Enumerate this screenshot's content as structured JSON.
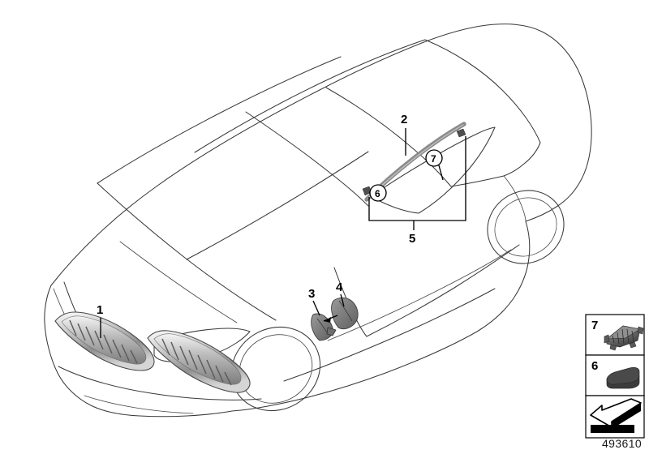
{
  "diagram": {
    "id_number": "493610",
    "title": "Exterior trim / grill parts diagram",
    "vehicle": "BMW coupe three-quarter view"
  },
  "callouts": [
    {
      "key": "1",
      "label": "1",
      "part": "kidney-grille",
      "style": "plain"
    },
    {
      "key": "2",
      "label": "2",
      "part": "roof-trim-strip",
      "style": "plain"
    },
    {
      "key": "3",
      "label": "3",
      "part": "front-side-trim-left",
      "style": "plain"
    },
    {
      "key": "4",
      "label": "4",
      "part": "front-side-trim-right",
      "style": "plain"
    },
    {
      "key": "5",
      "label": "5",
      "part": "trim-assembly-bracket",
      "style": "plain"
    },
    {
      "key": "6",
      "label": "6",
      "part": "pad-clip",
      "style": "circled"
    },
    {
      "key": "7",
      "label": "7",
      "part": "retainer-clip",
      "style": "circled"
    }
  ],
  "legend": {
    "cells": [
      {
        "number": "7",
        "icon": "retainer-clip-icon",
        "description": "retainer clip bracket"
      },
      {
        "number": "6",
        "icon": "pad-block-icon",
        "description": "adhesive pad block"
      },
      {
        "number": "",
        "icon": "direction-arrow-icon",
        "description": "direction of travel arrow"
      }
    ]
  },
  "colors": {
    "outline": "#3a3a3a",
    "trim_dark": "#5a5a5a",
    "trim_mid": "#8a8a8a",
    "trim_light": "#d8d8d8",
    "chrome_highlight": "#f2f2f2",
    "legend_part": "#3d3d3d",
    "background": "#ffffff",
    "label_text": "#000000"
  }
}
